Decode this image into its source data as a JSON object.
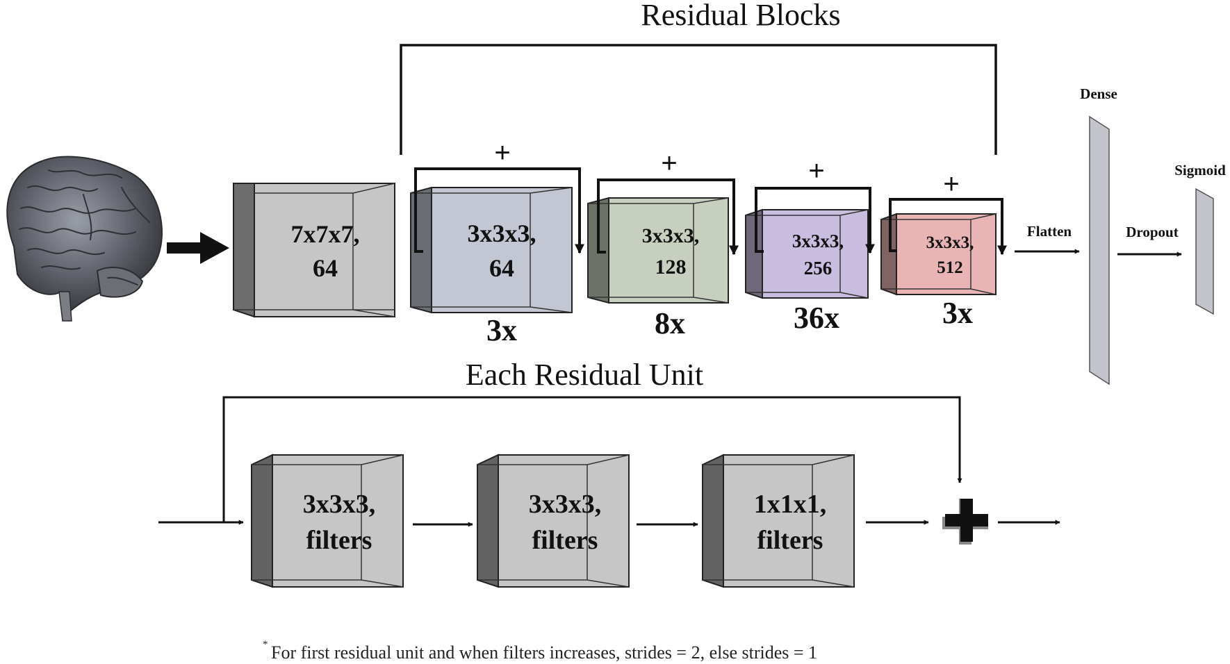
{
  "titles": {
    "residual_blocks": "Residual Blocks",
    "each_residual_unit": "Each Residual Unit"
  },
  "input": {
    "icon": "brain-icon"
  },
  "stem": {
    "line1": "7x7x7,",
    "line2": "64",
    "color": "#c6c6c6"
  },
  "blocks": [
    {
      "line1": "3x3x3,",
      "line2": "64",
      "mult": "3x",
      "plus": "+",
      "color": "#c3c7d4"
    },
    {
      "line1": "3x3x3,",
      "line2": "128",
      "mult": "8x",
      "plus": "+",
      "color": "#c7cfbf"
    },
    {
      "line1": "3x3x3,",
      "line2": "256",
      "mult": "36x",
      "plus": "+",
      "color": "#c9bde0"
    },
    {
      "line1": "3x3x3,",
      "line2": "512",
      "mult": "3x",
      "plus": "+",
      "color": "#e8b4b4"
    }
  ],
  "head": {
    "flatten": "Flatten",
    "dense": "Dense",
    "dropout": "Dropout",
    "sigmoid": "Sigmoid",
    "layer_color": "#c4c4cc"
  },
  "unit": {
    "boxes": [
      {
        "line1": "3x3x3,",
        "line2": "filters"
      },
      {
        "line1": "3x3x3,",
        "line2": "filters"
      },
      {
        "line1": "1x1x1,",
        "line2": "filters"
      }
    ],
    "color": "#c6c6c6",
    "add_icon": "plus-icon"
  },
  "footnote": {
    "marker": "*",
    "text": "For first residual unit and when filters increases, strides = 2, else strides = 1"
  }
}
